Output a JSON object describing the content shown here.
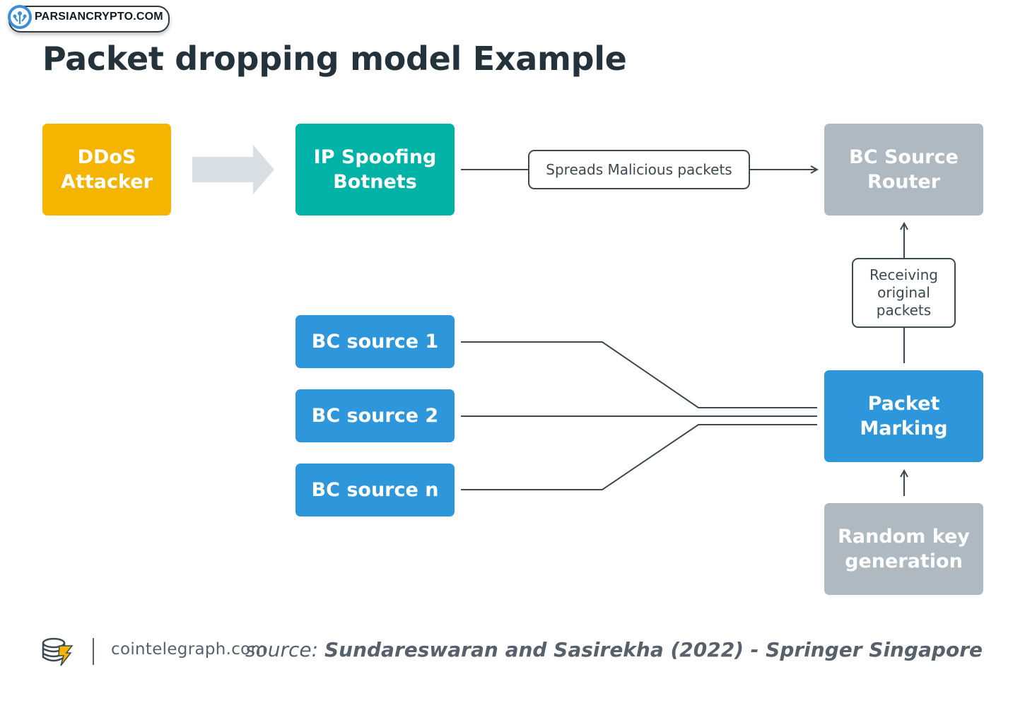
{
  "watermark": {
    "text": "PARSIANCRYPTO.COM"
  },
  "title": "Packet dropping model Example",
  "nodes": {
    "ddos": "DDoS\nAttacker",
    "ip_spoofing": "IP Spoofing\nBotnets",
    "bc_router": "BC Source\nRouter",
    "bc_source_1": "BC source 1",
    "bc_source_2": "BC source 2",
    "bc_source_n": "BC source n",
    "packet_marking": "Packet\nMarking",
    "random_key": "Random key\ngeneration"
  },
  "edge_labels": {
    "spreads": "Spreads Malicious packets",
    "receiving": "Receiving\noriginal\npackets"
  },
  "footer": {
    "site": "cointelegraph.com",
    "source_prefix": "source:",
    "source_name": "Sundareswaran and Sasirekha (2022) - Springer Singapore"
  },
  "colors": {
    "yellow": "#f4b400",
    "teal": "#00b3a6",
    "gray": "#aeb9c1",
    "blue": "#2e96da",
    "text_dark": "#24323c"
  }
}
